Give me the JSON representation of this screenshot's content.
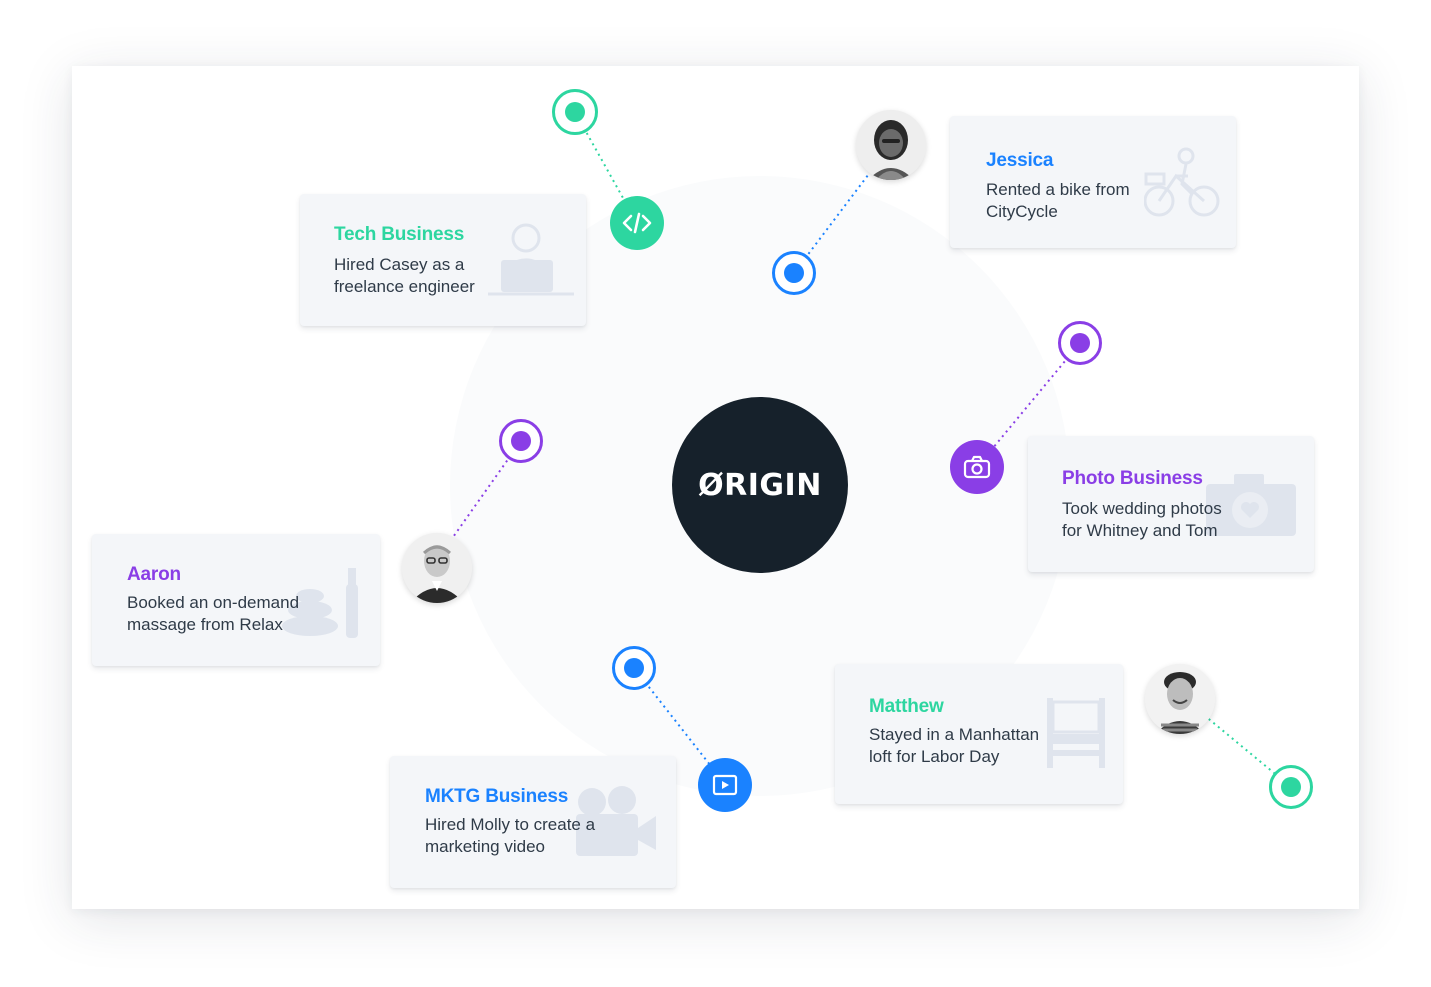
{
  "colors": {
    "green": "#2dd6a0",
    "blue": "#1a82ff",
    "purple": "#8a3ee6",
    "center": "#16212b",
    "card": "#f4f6f9",
    "text": "#2f3b48"
  },
  "center": {
    "logo_text": "ØRIGIN"
  },
  "cards": {
    "tech": {
      "title": "Tech Business",
      "desc": "Hired Casey as a freelance engineer",
      "color": "green",
      "watermark_icon": "engineer-laptop-icon"
    },
    "jessica": {
      "title": "Jessica",
      "desc": "Rented a bike from CityCycle",
      "color": "blue",
      "watermark_icon": "bicycle-rider-icon"
    },
    "photo": {
      "title": "Photo Business",
      "desc": "Took wedding photos for Whitney and Tom",
      "color": "purple",
      "watermark_icon": "camera-heart-icon"
    },
    "aaron": {
      "title": "Aaron",
      "desc": "Booked an on-demand massage from Relax",
      "color": "purple",
      "watermark_icon": "spa-stones-icon"
    },
    "mktg": {
      "title": "MKTG Business",
      "desc": "Hired Molly to create a marketing video",
      "color": "blue",
      "watermark_icon": "video-camera-icon"
    },
    "matthew": {
      "title": "Matthew",
      "desc": "Stayed in a Manhattan loft for Labor Day",
      "color": "green",
      "watermark_icon": "bed-icon"
    }
  },
  "badges": {
    "code": {
      "icon": "code-icon",
      "color": "green"
    },
    "camera": {
      "icon": "camera-icon",
      "color": "purple"
    },
    "video": {
      "icon": "video-play-icon",
      "color": "blue"
    }
  },
  "avatars": {
    "jessica": {
      "icon": "person-avatar-woman"
    },
    "aaron": {
      "icon": "person-avatar-man-glasses"
    },
    "matthew": {
      "icon": "person-avatar-man"
    }
  }
}
